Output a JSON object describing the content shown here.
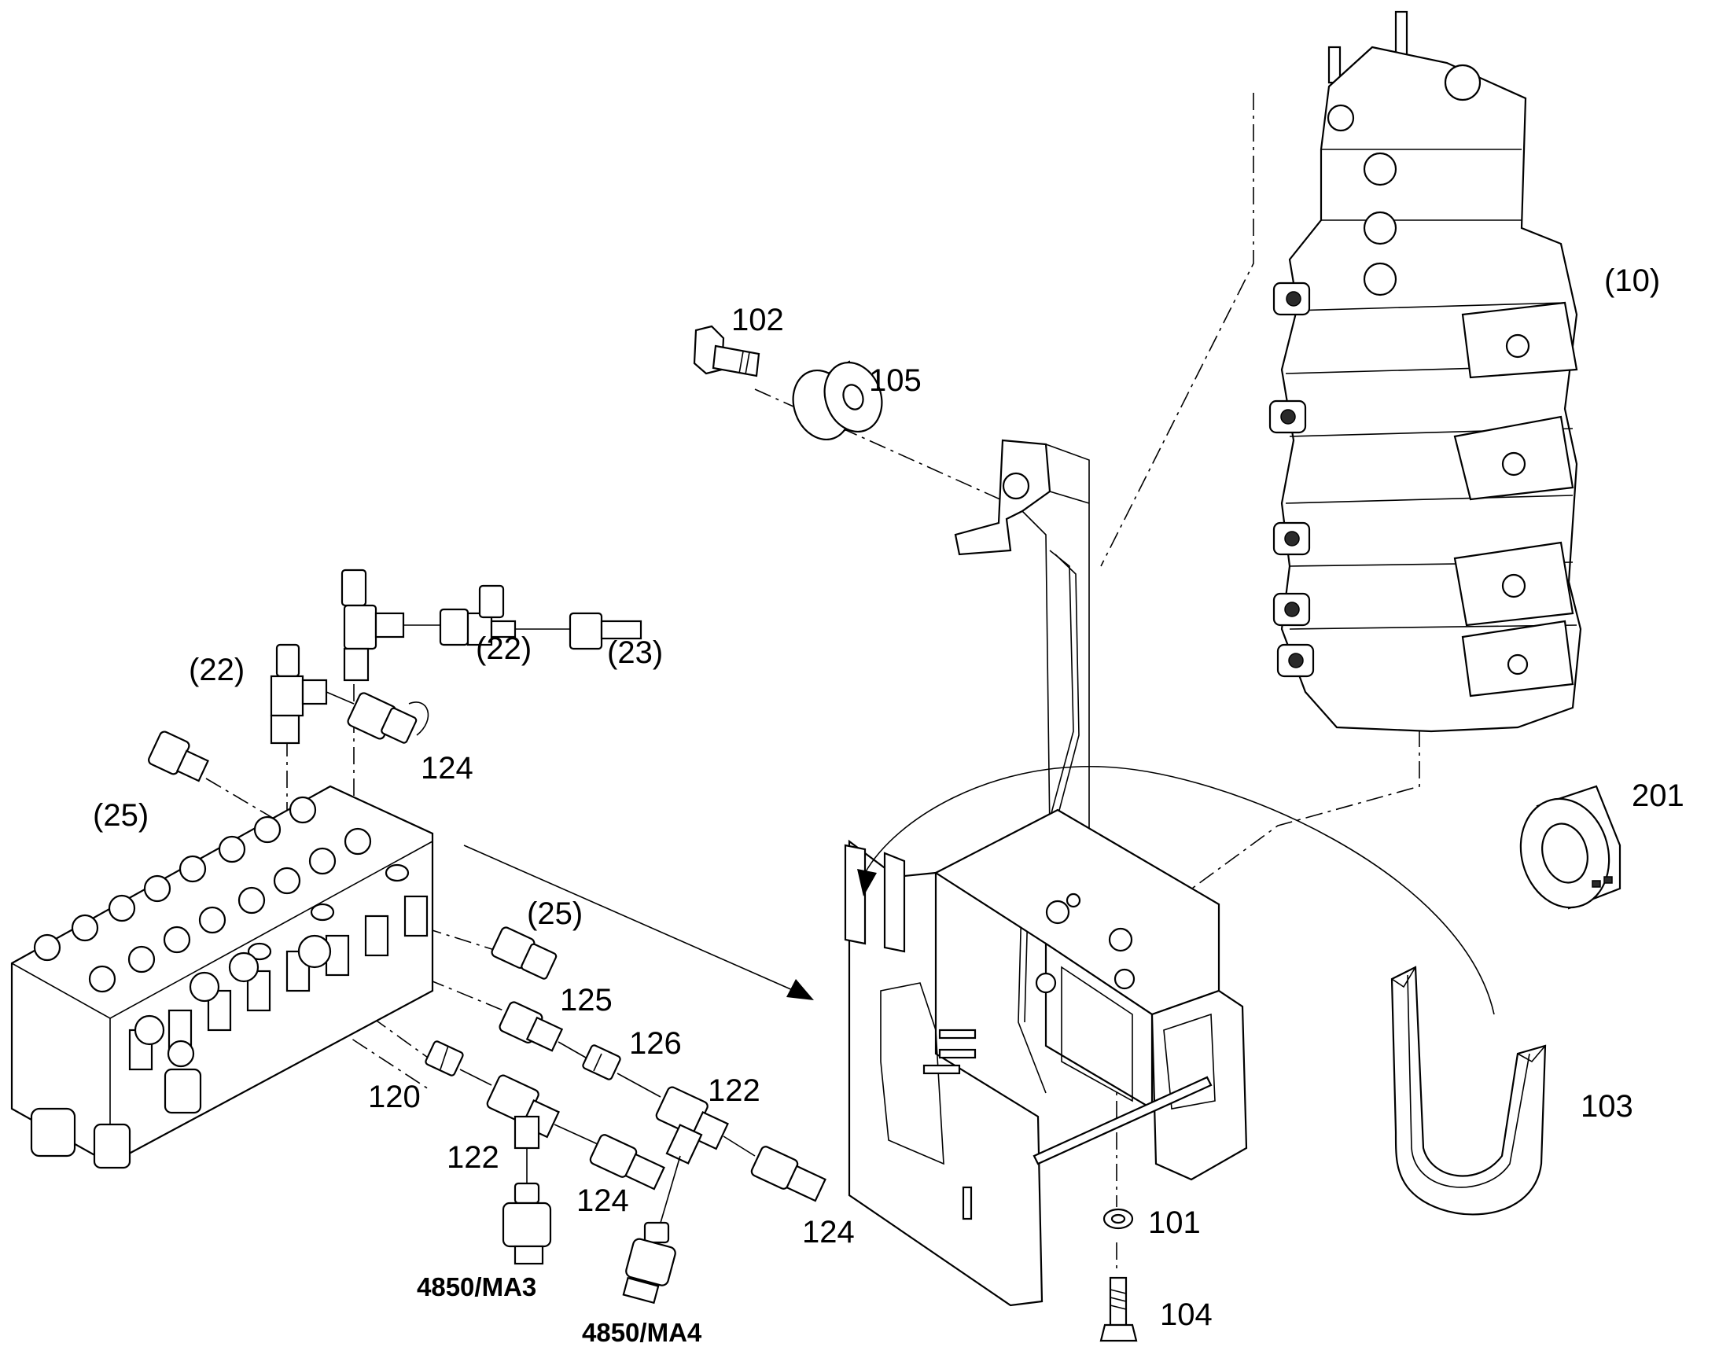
{
  "callouts": {
    "c102": "102",
    "c105": "105",
    "c10": "(10)",
    "c22a": "(22)",
    "c22b": "(22)",
    "c23": "(23)",
    "c124a": "124",
    "c25a": "(25)",
    "c25b": "(25)",
    "c125": "125",
    "c126": "126",
    "c120": "120",
    "c122a": "122",
    "c122b": "122",
    "c124b": "124",
    "c124c": "124",
    "c201": "201",
    "c103": "103",
    "c101": "101",
    "c104": "104",
    "ma3": "4850/MA3",
    "ma4": "4850/MA4"
  }
}
